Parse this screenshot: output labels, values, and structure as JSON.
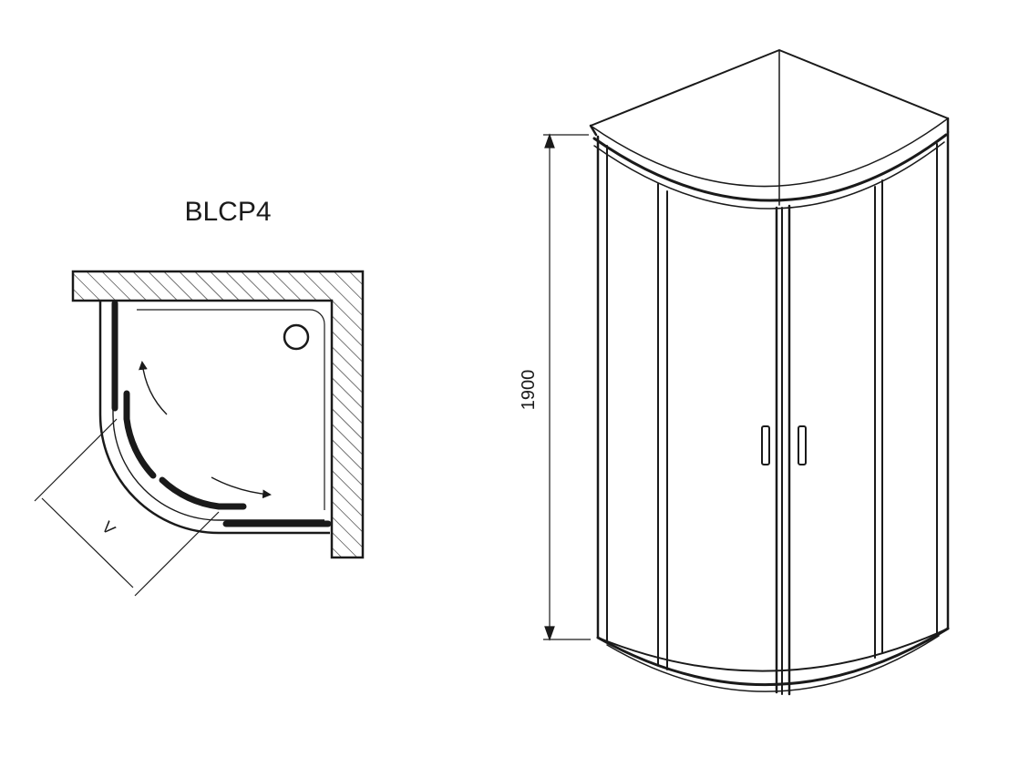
{
  "model_name": "BLCP4",
  "dimension_width_label": "V",
  "dimension_height_label": "1900",
  "colors": {
    "line": "#1a1a1a",
    "background": "#ffffff",
    "hatch": "#1a1a1a"
  }
}
